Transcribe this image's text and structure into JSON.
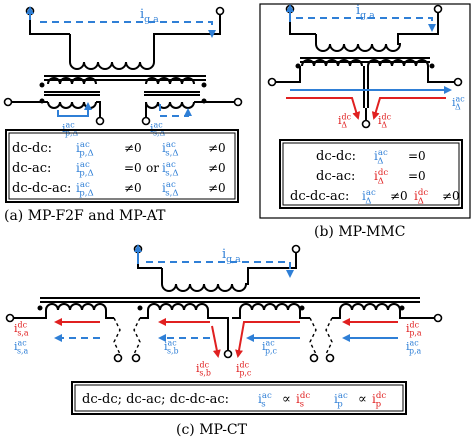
{
  "panel_a": {
    "current_top": "i_{g,a}",
    "current_p": "i^{ac}_{p,Δ}",
    "current_s": "i^{ac}_{s,Δ}",
    "row1_label": "dc-dc:",
    "row1_p": "i^{ac}_{p,Δ}",
    "row1_p_rel": "≠0",
    "row1_s": "i^{ac}_{s,Δ}",
    "row1_s_rel": "≠0",
    "row2_label": "dc-ac:",
    "row2_p": "i^{ac}_{p,Δ}",
    "row2_p_rel": "=0",
    "row2_or": "or",
    "row2_s": "i^{ac}_{s,Δ}",
    "row2_s_rel": "≠0",
    "row3_label": "dc-dc-ac:",
    "row3_p": "i^{ac}_{p,Δ}",
    "row3_p_rel": "≠0",
    "row3_s": "i^{ac}_{s,Δ}",
    "row3_s_rel": "≠0",
    "caption": "(a) MP-F2F and MP-AT"
  },
  "panel_b": {
    "current_top": "i_{g,a}",
    "current_ac": "i^{ac}_{Δ}",
    "current_dc1": "i^{dc}_{Δ}",
    "current_dc2": "i^{dc}_{Δ}",
    "row1_label": "dc-dc:",
    "row1_i": "i^{ac}_{Δ}",
    "row1_rel": "=0",
    "row2_label": "dc-ac:",
    "row2_i": "i^{dc}_{Δ}",
    "row2_rel": "=0",
    "row3_label": "dc-dc-ac:",
    "row3_i1": "i^{ac}_{Δ}",
    "row3_rel1": "≠0",
    "row3_i2": "i^{dc}_{Δ}",
    "row3_rel2": "≠0",
    "caption": "(b) MP-MMC"
  },
  "panel_c": {
    "current_top": "i_{g,a}",
    "i_sa_dc": "i^{dc}_{s,a}",
    "i_sa_ac": "i^{ac}_{s,a}",
    "i_sb_ac": "i^{ac}_{s,b}",
    "i_sb_dc": "i^{dc}_{s,b}",
    "i_pc_dc": "i^{dc}_{p,c}",
    "i_pc_ac": "i^{ac}_{p,c}",
    "i_pa_dc": "i^{dc}_{p,a}",
    "i_pa_ac": "i^{ac}_{p,a}",
    "eq_label": "dc-dc; dc-ac; dc-dc-ac:",
    "eq1_left": "i^{ac}_{s}",
    "eq_prop": "∝",
    "eq1_right": "i^{dc}_{s}",
    "eq2_left": "i^{ac}_{p}",
    "eq2_right": "i^{dc}_{p}",
    "caption": "(c) MP-CT"
  }
}
